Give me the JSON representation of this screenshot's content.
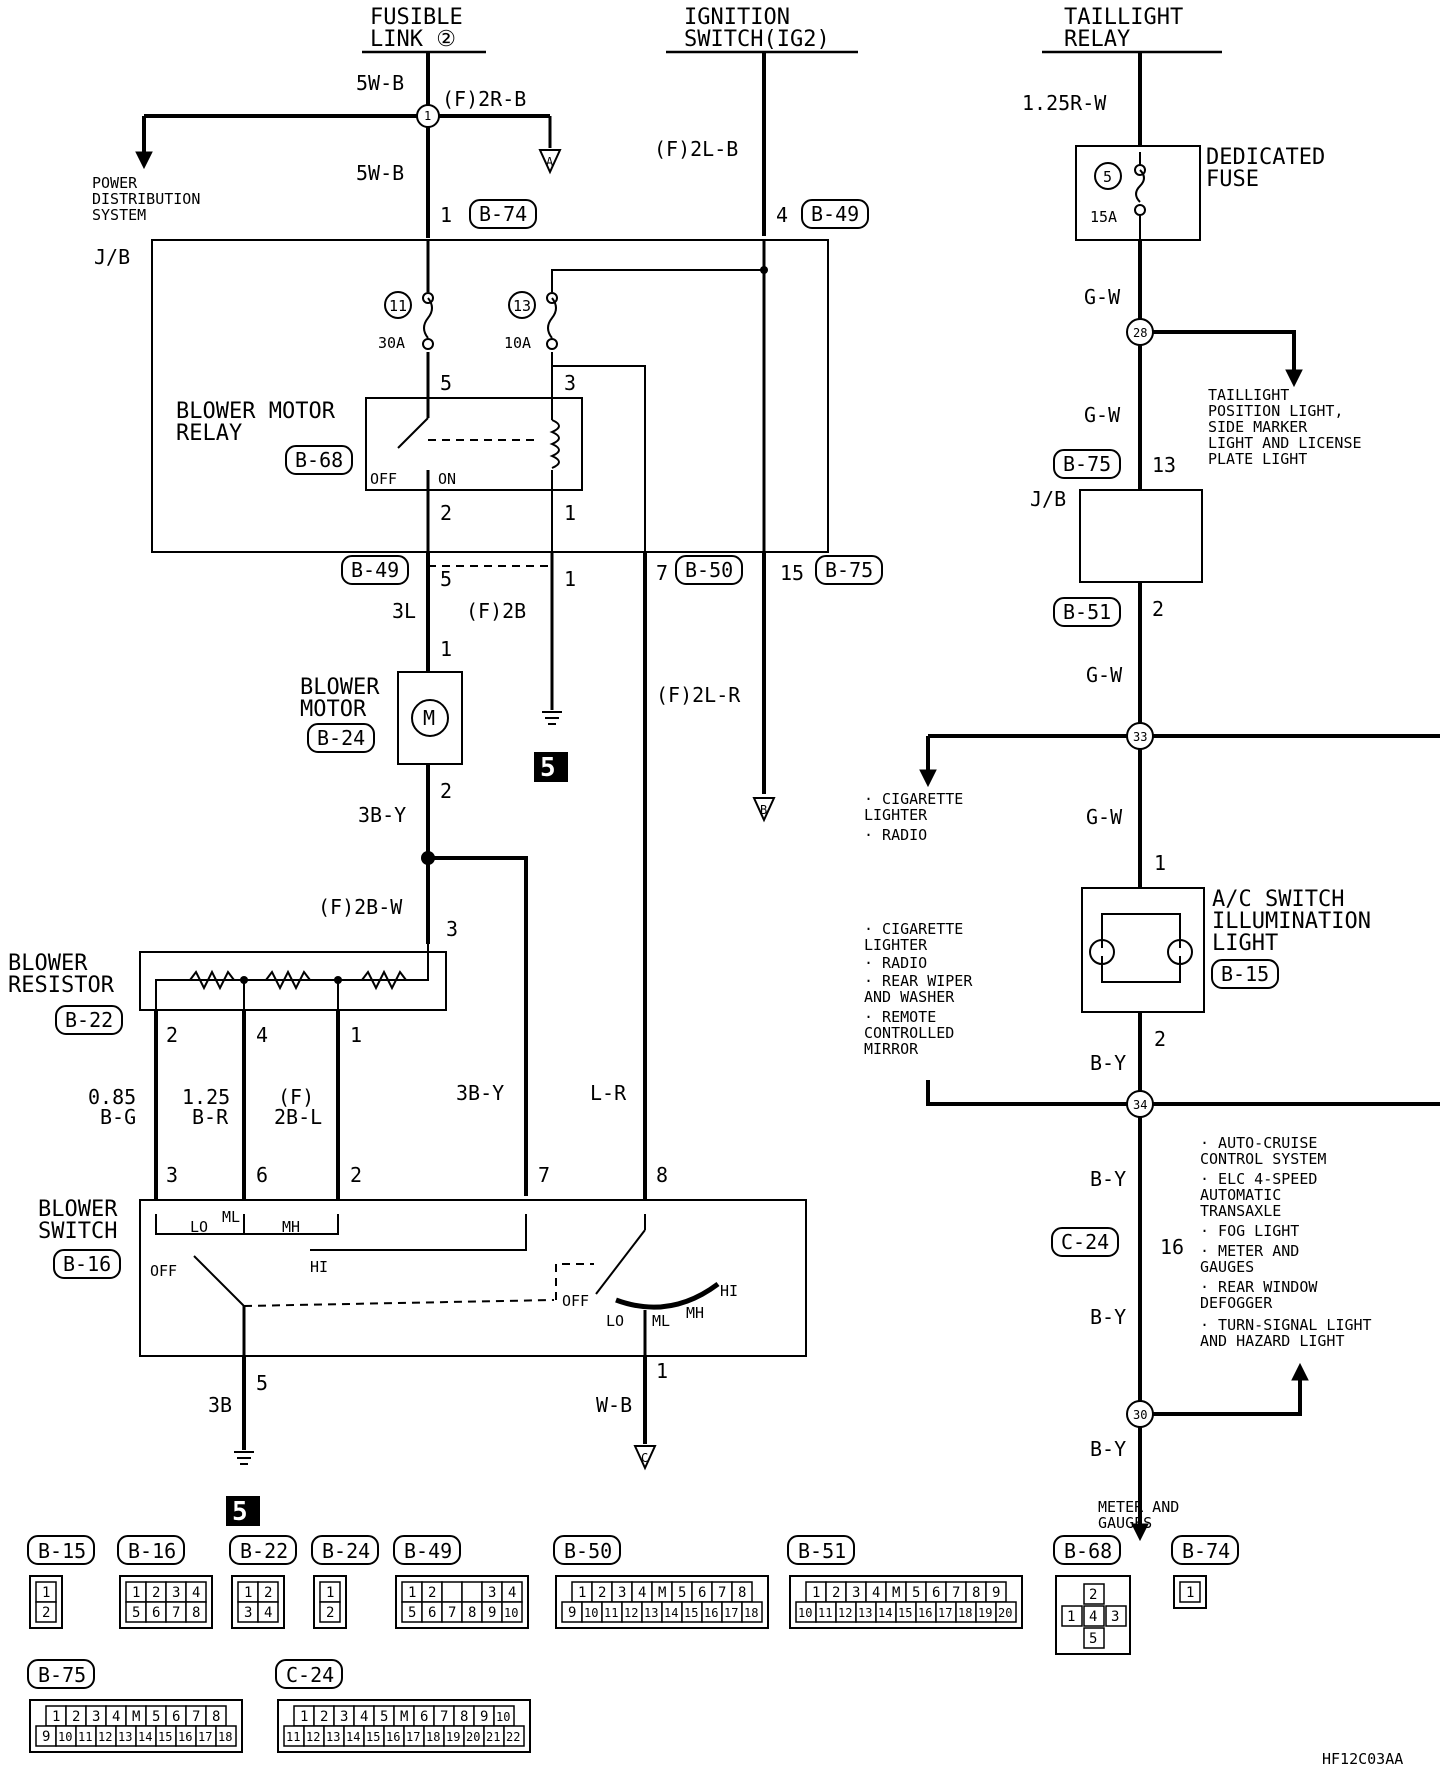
{
  "top": {
    "fusible_link": [
      "FUSIBLE",
      "LINK ②"
    ],
    "ignition": [
      "IGNITION",
      "SWITCH(IG2)"
    ],
    "taillight": [
      "TAILLIGHT",
      "RELAY"
    ]
  },
  "wires": {
    "w_5wb_top": "5W-B",
    "w_f2rb": "(F)2R-B",
    "w_5wb_2": "5W-B",
    "w_f2lb": "(F)2L-B",
    "w_3l": "3L",
    "w_f2b": "(F)2B",
    "w_f2lr": "(F)2L-R",
    "w_3by": "3B-Y",
    "w_f2bw": "(F)2B-W",
    "w_085": "0.85",
    "w_bg": "B-G",
    "w_125": "1.25",
    "w_br": "B-R",
    "w_f": "(F)",
    "w_2bl": "2B-L",
    "w_3by2": "3B-Y",
    "w_lr": "L-R",
    "w_3b": "3B",
    "w_wb": "W-B",
    "w_125rw": "1.25R-W",
    "w_gw1": "G-W",
    "w_gw2": "G-W",
    "w_gw3": "G-W",
    "w_gw4": "G-W",
    "w_by1": "B-Y",
    "w_by2": "B-Y",
    "w_by3": "B-Y",
    "w_by4": "B-Y"
  },
  "pins": {
    "p1": "1",
    "p4": "4",
    "p5": "5",
    "p3": "3",
    "p2": "2",
    "p1b": "1",
    "p5b": "5",
    "p1c": "1",
    "p7": "7",
    "p15": "15",
    "p1m": "1",
    "p2m": "2",
    "p3r": "3",
    "pr2": "2",
    "pr4": "4",
    "pr1": "1",
    "ps3": "3",
    "ps6": "6",
    "ps2": "2",
    "ps7": "7",
    "ps8": "8",
    "ps5": "5",
    "ps1": "1",
    "p13": "13",
    "p2j": "2",
    "p1ac": "1",
    "p2ac": "2",
    "p16": "16"
  },
  "connectors": {
    "b74": "B-74",
    "b49": "B-49",
    "b68": "B-68",
    "b49b": "B-49",
    "b50": "B-50",
    "b75": "B-75",
    "b24": "B-24",
    "b22": "B-22",
    "b16": "B-16",
    "b75r": "B-75",
    "b51": "B-51",
    "b15": "B-15",
    "c24": "C-24"
  },
  "components": {
    "jb": "J/B",
    "jb2": "J/B",
    "relay": [
      "BLOWER MOTOR",
      "RELAY"
    ],
    "off": "OFF",
    "on": "ON",
    "fuse11": "11",
    "fuse11_amp": "30A",
    "fuse13": "13",
    "fuse13_amp": "10A",
    "motor": [
      "BLOWER",
      "MOTOR"
    ],
    "motor_sym": "M",
    "resistor": [
      "BLOWER",
      "RESISTOR"
    ],
    "switch": [
      "BLOWER",
      "SWITCH"
    ],
    "sw": {
      "lo": "LO",
      "ml": "ML",
      "mh": "MH",
      "hi": "HI",
      "off": "OFF",
      "off2": "OFF",
      "lo2": "LO",
      "ml2": "ML",
      "mh2": "MH",
      "hi2": "HI"
    },
    "dedicated_fuse": [
      "DEDICATED",
      "FUSE"
    ],
    "fuse5": "5",
    "fuse5_amp": "15A",
    "ac_switch": [
      "A/C SWITCH",
      "ILLUMINATION",
      "LIGHT"
    ],
    "pds": [
      "POWER",
      "DISTRIBUTION",
      "SYSTEM"
    ],
    "tail_dest": [
      "TAILLIGHT",
      "POSITION LIGHT,",
      "SIDE MARKER",
      "LIGHT AND LICENSE",
      "PLATE LIGHT"
    ],
    "list1": [
      "· CIGARETTE",
      "  LIGHTER",
      "· RADIO"
    ],
    "list2": [
      "· CIGARETTE",
      "  LIGHTER",
      "· RADIO",
      "· REAR WIPER",
      "  AND WASHER",
      "· REMOTE",
      "  CONTROLLED",
      "  MIRROR"
    ],
    "list3": [
      "· AUTO-CRUISE",
      "  CONTROL SYSTEM",
      "· ELC 4-SPEED",
      "  AUTOMATIC",
      "  TRANSAXLE",
      "· FOG LIGHT",
      "· METER AND",
      "  GAUGES",
      "· REAR WINDOW",
      "  DEFOGGER",
      "· TURN-SIGNAL LIGHT",
      "  AND HAZARD LIGHT"
    ],
    "meter": [
      "METER AND",
      "GAUGES"
    ],
    "ground_num": "5",
    "ground_num2": "5",
    "to_a": "A",
    "to_b": "B",
    "to_c": "C",
    "j1": "1",
    "j28": "28",
    "j33": "33",
    "j34": "34",
    "j30": "30"
  },
  "legend": {
    "b15": {
      "label": "B-15",
      "rows": [
        [
          "1"
        ],
        [
          "2"
        ]
      ]
    },
    "b16": {
      "label": "B-16",
      "rows": [
        [
          "1",
          "2",
          "3",
          "4"
        ],
        [
          "5",
          "6",
          "7",
          "8"
        ]
      ]
    },
    "b22": {
      "label": "B-22",
      "rows": [
        [
          "1",
          "2"
        ],
        [
          "3",
          "4"
        ]
      ]
    },
    "b24": {
      "label": "B-24",
      "rows": [
        [
          "1"
        ],
        [
          "2"
        ]
      ]
    },
    "b49": {
      "label": "B-49",
      "rows": [
        [
          "1",
          "2",
          "",
          "",
          "3",
          "4"
        ],
        [
          "5",
          "6",
          "7",
          "8",
          "9",
          "10"
        ]
      ]
    },
    "b50": {
      "label": "B-50",
      "rows": [
        [
          "1",
          "2",
          "3",
          "4",
          "M",
          "5",
          "6",
          "7",
          "8"
        ],
        [
          "9",
          "10",
          "11",
          "12",
          "13",
          "14",
          "15",
          "16",
          "17",
          "18"
        ]
      ]
    },
    "b51": {
      "label": "B-51",
      "rows": [
        [
          "1",
          "2",
          "3",
          "4",
          "M",
          "5",
          "6",
          "7",
          "8",
          "9"
        ],
        [
          "10",
          "11",
          "12",
          "13",
          "14",
          "15",
          "16",
          "17",
          "18",
          "19",
          "20"
        ]
      ]
    },
    "b68": {
      "label": "B-68",
      "cells": [
        "2",
        "1",
        "4",
        "3",
        "5"
      ]
    },
    "b74": {
      "label": "B-74",
      "rows": [
        [
          "1"
        ]
      ]
    },
    "b75": {
      "label": "B-75",
      "rows": [
        [
          "1",
          "2",
          "3",
          "4",
          "M",
          "5",
          "6",
          "7",
          "8"
        ],
        [
          "9",
          "10",
          "11",
          "12",
          "13",
          "14",
          "15",
          "16",
          "17",
          "18"
        ]
      ]
    },
    "c24": {
      "label": "C-24",
      "rows": [
        [
          "1",
          "2",
          "3",
          "4",
          "5",
          "M",
          "6",
          "7",
          "8",
          "9",
          "10"
        ],
        [
          "11",
          "12",
          "13",
          "14",
          "15",
          "16",
          "17",
          "18",
          "19",
          "20",
          "21",
          "22"
        ]
      ]
    }
  },
  "code": "HF12C03AA"
}
